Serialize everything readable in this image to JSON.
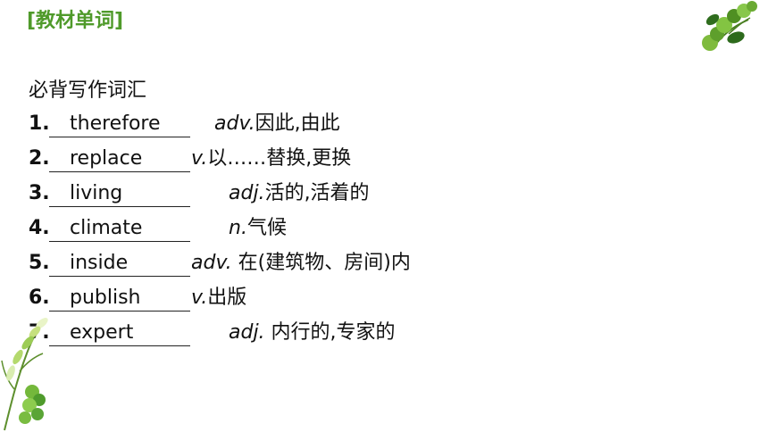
{
  "title": "[教材单词]",
  "subtitle": "必背写作词汇",
  "items": [
    {
      "number": "1.",
      "answer": "therefore",
      "pos": "adv.",
      "meaning": "因此,由此"
    },
    {
      "number": "2.",
      "answer": "replace",
      "pos": "v.",
      "meaning": "以……替换,更换"
    },
    {
      "number": "3.",
      "answer": "living",
      "pos": "adj.",
      "meaning": "活的,活着的"
    },
    {
      "number": "4.",
      "answer": "climate",
      "pos": "n.",
      "meaning": "气候"
    },
    {
      "number": "5.",
      "answer": "inside",
      "pos": "adv. ",
      "meaning": "在(建筑物、房间)内"
    },
    {
      "number": "6.",
      "answer": "publish",
      "pos": "v.",
      "meaning": "出版"
    },
    {
      "number": "7.",
      "answer": "expert",
      "pos": "adj. ",
      "meaning": "内行的,专家的"
    }
  ],
  "decor": {
    "top_right": "leaf-icon",
    "bottom_left": "leaf-branch-icon"
  }
}
